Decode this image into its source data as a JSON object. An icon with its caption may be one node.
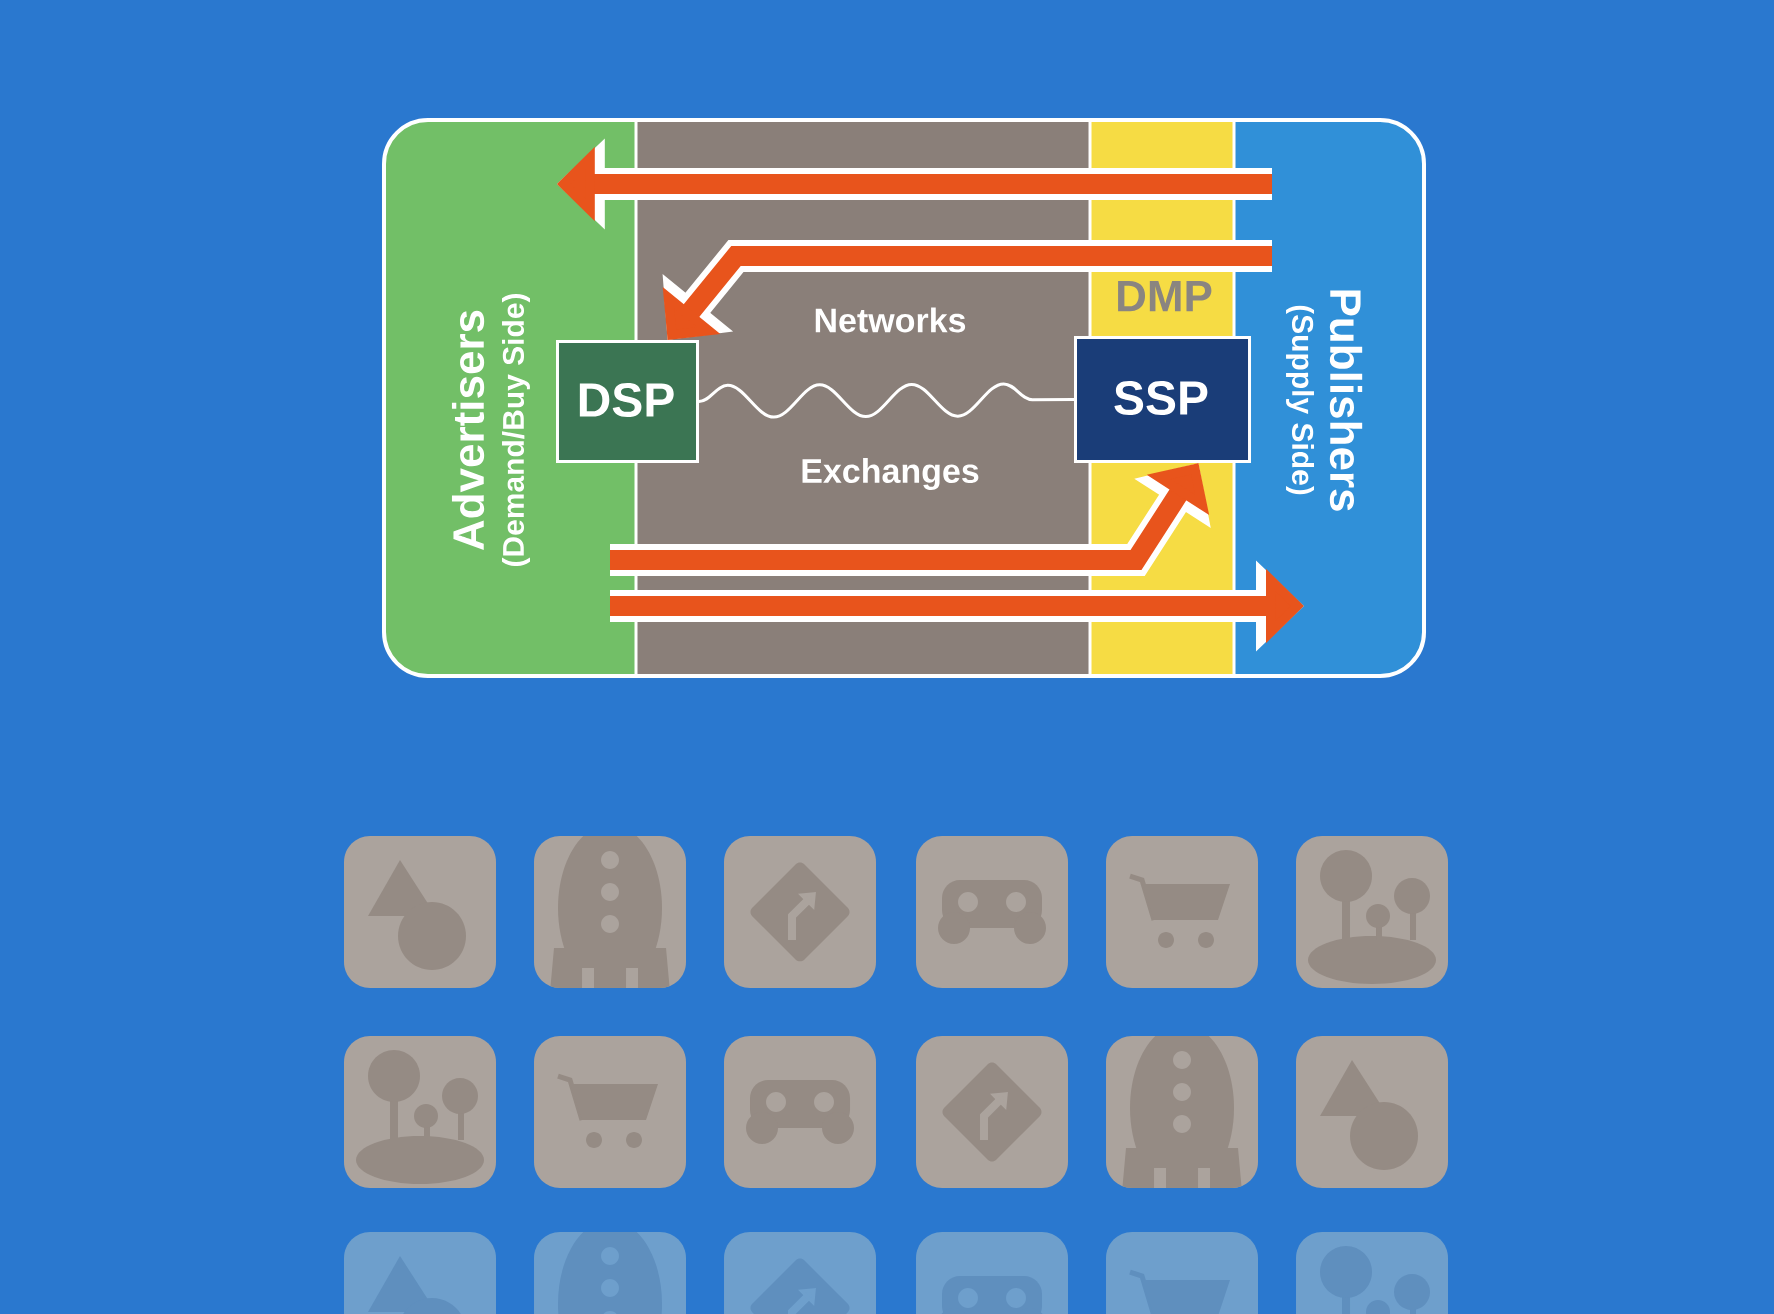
{
  "diagram": {
    "nodes": [
      {
        "text": [
          "Advertisers",
          "(Demand/Buy Side)"
        ]
      },
      {
        "text": [
          "Publishers",
          "(Supply Side)"
        ]
      },
      {
        "text": [
          "DSP"
        ]
      },
      {
        "text": [
          "SSP"
        ]
      }
    ],
    "edges": [
      {
        "from": 1,
        "to": 0,
        "arrow": "to"
      },
      {
        "from": 1,
        "to": 2,
        "arrow": "to"
      },
      {
        "from": 0,
        "to": 3,
        "arrow": "to"
      },
      {
        "from": 0,
        "to": 1,
        "arrow": "to"
      },
      {
        "from": 2,
        "to": 3,
        "arrow": "none",
        "color": "#ffffff"
      }
    ],
    "labels": [
      "Networks",
      "DMP",
      "Exchanges"
    ]
  }
}
